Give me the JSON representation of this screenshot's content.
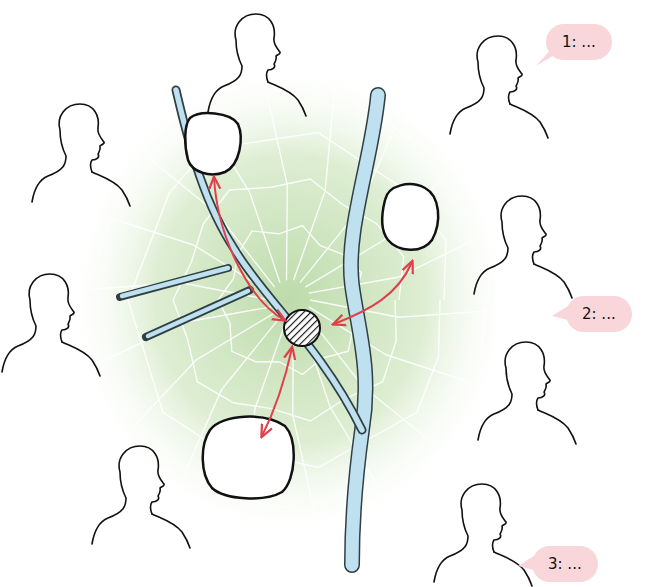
{
  "diagram": {
    "nodes": [
      {
        "text": [
          "1: ..."
        ]
      },
      {
        "text": [
          "2: ..."
        ]
      },
      {
        "text": [
          "3: ..."
        ]
      }
    ]
  }
}
